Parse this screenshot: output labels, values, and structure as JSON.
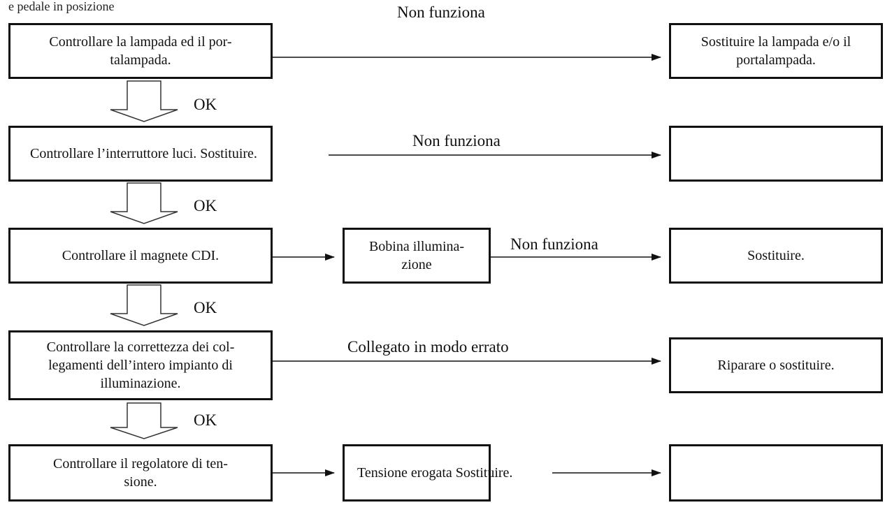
{
  "header_fragment": "e pedale in posizione",
  "steps": [
    {
      "text": "Controllare la lampada ed il por-\ntalampada."
    },
    {
      "text": "Controllare l’interruttore luci. Sostituire."
    },
    {
      "text": "Controllare il magnete CDI."
    },
    {
      "text": "Controllare la correttezza dei col-\nlegamenti dell’intero impianto di\nilluminazione."
    },
    {
      "text": "Controllare il regolatore di ten-\nsione."
    }
  ],
  "middle_boxes": [
    {
      "text": "Bobina illumina-\nzione"
    },
    {
      "text": "Tensione erogata Sostituire."
    }
  ],
  "result_boxes": [
    {
      "text": "Sostituire la lampada e/o il\nportalampada."
    },
    {
      "text": ""
    },
    {
      "text": "Sostituire."
    },
    {
      "text": "Riparare o sostituire."
    },
    {
      "text": ""
    }
  ],
  "arrow_labels": {
    "row1": "Non funziona",
    "row2": "Non funziona",
    "row3": "Non funziona",
    "row4": "Collegato in modo errato"
  },
  "ok_labels": [
    "OK",
    "OK",
    "OK",
    "OK"
  ]
}
